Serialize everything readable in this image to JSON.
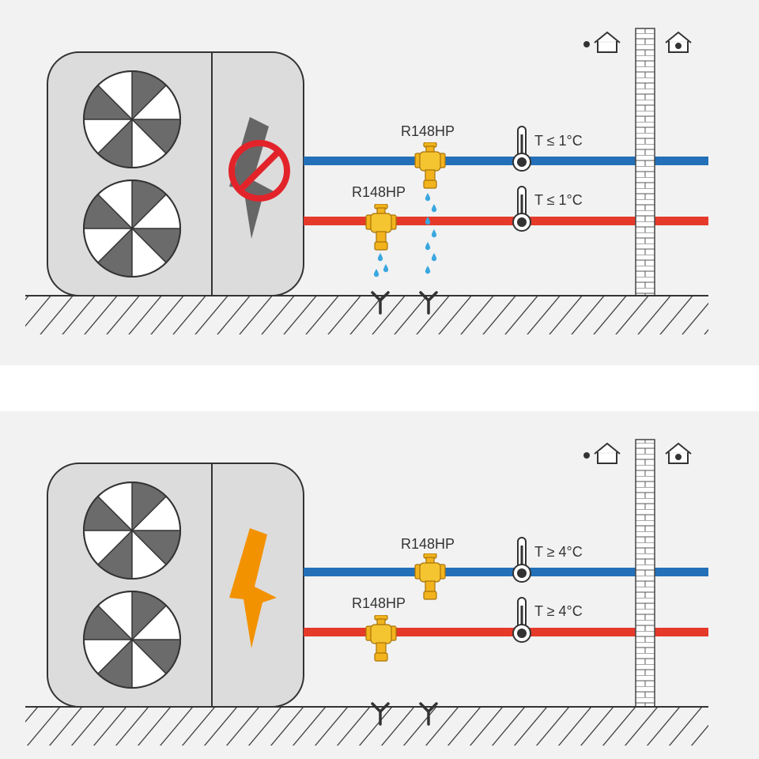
{
  "panels": [
    {
      "state": "power-off",
      "valve_labels": [
        "R148HP",
        "R148HP"
      ],
      "temperature_labels": [
        "T ≤ 1°C",
        "T ≤ 1°C"
      ],
      "pipe_colors": {
        "supply": "#2470b8",
        "return": "#e53a2a"
      },
      "bolt_color": "#666666",
      "show_drips": true,
      "icon": "no-power-icon"
    },
    {
      "state": "power-on",
      "valve_labels": [
        "R148HP",
        "R148HP"
      ],
      "temperature_labels": [
        "T ≥ 4°C",
        "T ≥ 4°C"
      ],
      "pipe_colors": {
        "supply": "#2470b8",
        "return": "#e53a2a"
      },
      "bolt_color": "#f39200",
      "show_drips": false,
      "icon": "lightning-bolt-icon"
    }
  ],
  "colors": {
    "panel_bg": "#f2f2f2",
    "unit_body": "#dcdcdc",
    "outline": "#333333",
    "valve_brass": "#f2b31d",
    "drip_blue": "#3aa7e0",
    "prohibit_red": "#e3232a"
  }
}
